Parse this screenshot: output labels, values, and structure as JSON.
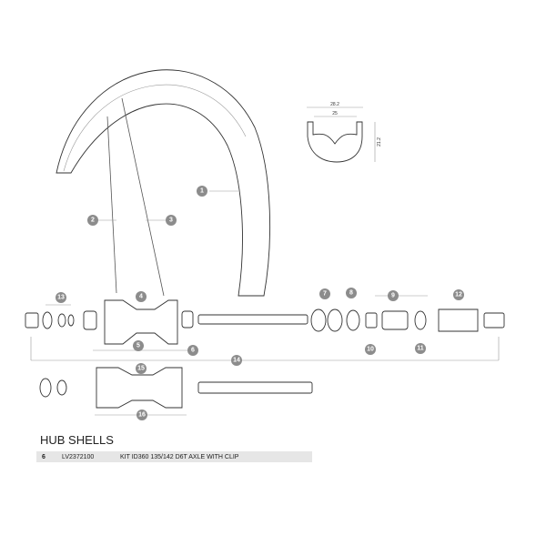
{
  "rim_profile": {
    "outer_width": "28.2",
    "inner_width": "25",
    "height": "21.2"
  },
  "callouts": [
    "1",
    "2",
    "3",
    "4",
    "5",
    "6",
    "7",
    "8",
    "9",
    "10",
    "11",
    "12",
    "13",
    "14",
    "15",
    "16"
  ],
  "section": {
    "title": "HUB SHELLS"
  },
  "parts_table": [
    {
      "ref": "6",
      "code": "LV2372100",
      "description": "KIT ID360 135/142 D6T AXLE WITH CLIP"
    }
  ]
}
